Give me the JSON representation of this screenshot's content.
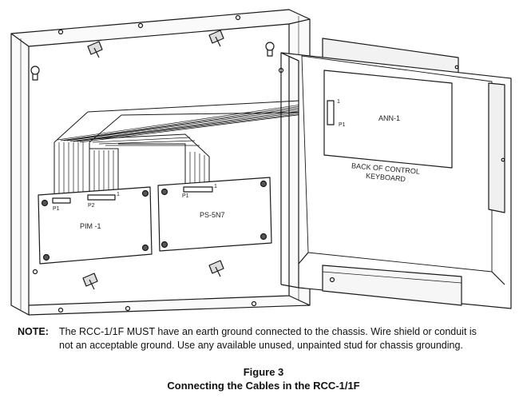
{
  "diagram": {
    "labels": {
      "ann": "ANN-1",
      "ann_pin": "1",
      "ann_p1": "P1",
      "back_line1": "BACK OF CONTROL",
      "back_line2": "KEYBOARD",
      "pim_p1": "P1",
      "pim_p2": "P2",
      "pim_pin": "1",
      "pim": "PIM -1",
      "ps_p1": "P1",
      "ps_pin": "1",
      "ps": "PS-5N7"
    }
  },
  "note": {
    "label": "NOTE:",
    "line1": "The RCC-1/1F MUST have an earth ground connected to the chassis. Wire shield or conduit is",
    "line2": "not an acceptable ground. Use any available unused, unpainted stud for chassis grounding."
  },
  "caption": {
    "figure": "Figure 3",
    "title": "Connecting the Cables in the RCC-1/1F"
  }
}
